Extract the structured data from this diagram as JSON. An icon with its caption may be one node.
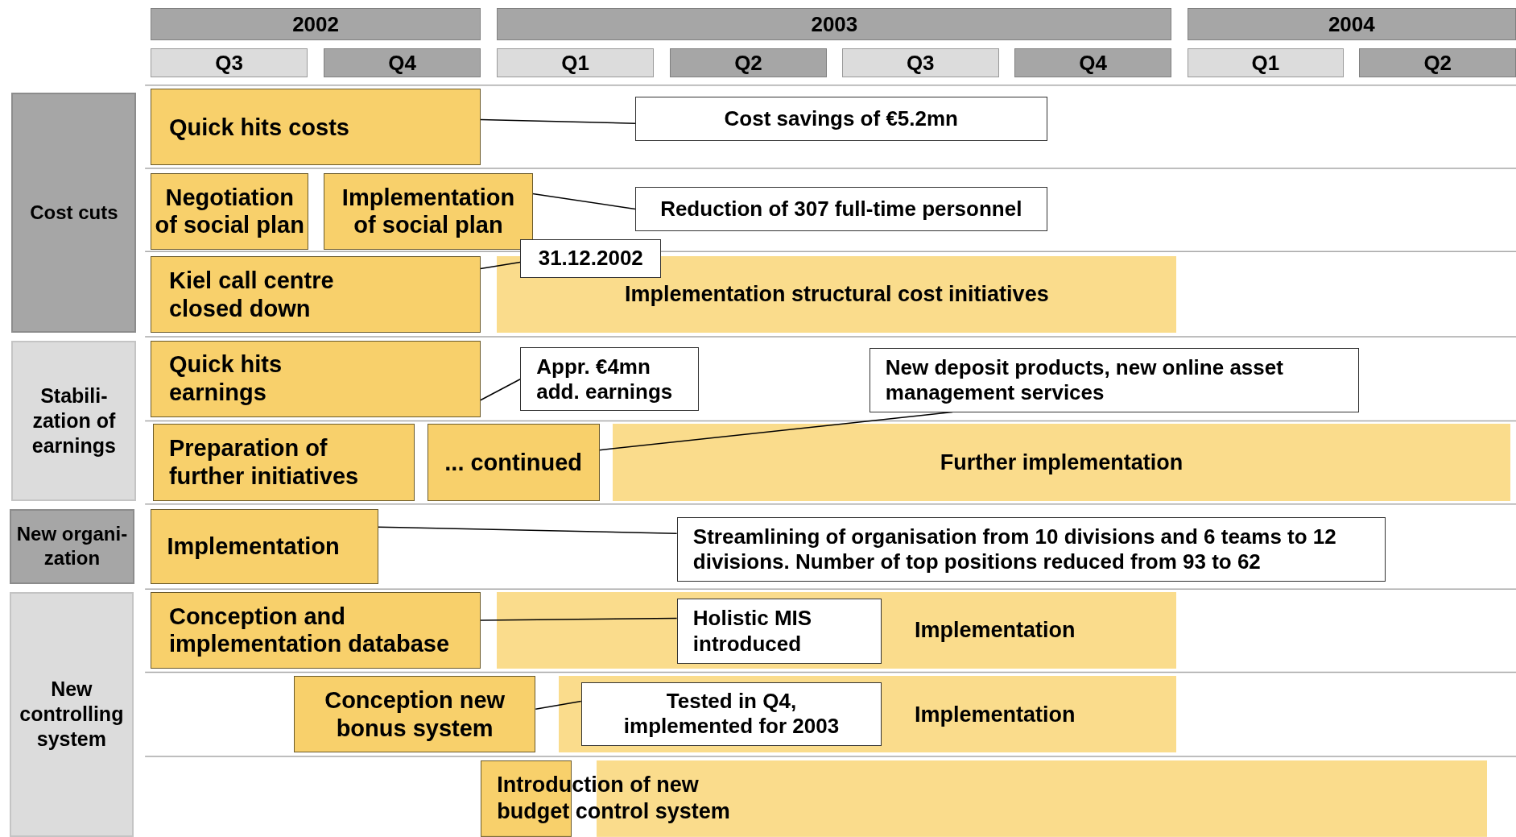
{
  "diagram": {
    "nodes": [
      {
        "text": [
          "2002"
        ]
      },
      {
        "text": [
          "2003"
        ]
      },
      {
        "text": [
          "2004"
        ]
      },
      {
        "text": [
          "Q3"
        ]
      },
      {
        "text": [
          "Q4"
        ]
      },
      {
        "text": [
          "Q1"
        ]
      },
      {
        "text": [
          "Q2"
        ]
      },
      {
        "text": [
          "Q3"
        ]
      },
      {
        "text": [
          "Q4"
        ]
      },
      {
        "text": [
          "Q1"
        ]
      },
      {
        "text": [
          "Q2"
        ]
      },
      {
        "text": [
          "Cost cuts"
        ]
      },
      {
        "text": [
          "Quick hits costs"
        ]
      },
      {
        "text": [
          "Cost savings of €5.2mn"
        ]
      },
      {
        "text": [
          "Negotiation of social plan"
        ]
      },
      {
        "text": [
          "Implementation of social plan"
        ]
      },
      {
        "text": [
          "Reduction of 307 full-time personnel"
        ]
      },
      {
        "text": [
          "Kiel call centre closed down"
        ]
      },
      {
        "text": [
          "31.12.2002"
        ]
      },
      {
        "text": [
          "Implementation structural cost initiatives"
        ]
      },
      {
        "text": [
          "Stabili-zation of earnings"
        ]
      },
      {
        "text": [
          "Quick hits earnings"
        ]
      },
      {
        "text": [
          "Appr. €4mn add. earnings"
        ]
      },
      {
        "text": [
          "New deposit products, new online asset management services"
        ]
      },
      {
        "text": [
          "Preparation of further initiatives"
        ]
      },
      {
        "text": [
          "... continued"
        ]
      },
      {
        "text": [
          "Further implementation"
        ]
      },
      {
        "text": [
          "New organi-zation"
        ]
      },
      {
        "text": [
          "Implementation"
        ]
      },
      {
        "text": [
          "Streamlining of organisation from 10 divisions and 6 teams to 12 divisions. Number of top positions reduced from 93 to 62"
        ]
      },
      {
        "text": [
          "New controlling system"
        ]
      },
      {
        "text": [
          "Conception and implementation database"
        ]
      },
      {
        "text": [
          "Holistic MIS introduced"
        ],
        "in": 33
      },
      {
        "text": [
          "Implementation"
        ]
      },
      {
        "text": [
          "Conception new bonus system"
        ]
      },
      {
        "text": [
          "Tested in Q4, implemented for 2003"
        ],
        "in": 36
      },
      {
        "text": [
          "Implementation"
        ]
      },
      {
        "text": [
          "Introduction of new budget control system"
        ]
      }
    ],
    "edges": [
      {
        "from": 12,
        "to": 13,
        "arrow": "none"
      },
      {
        "from": 15,
        "to": 16,
        "arrow": "none"
      },
      {
        "from": 17,
        "to": 18,
        "arrow": "none"
      },
      {
        "from": 21,
        "to": 22,
        "arrow": "none"
      },
      {
        "from": 25,
        "to": 23,
        "arrow": "none"
      },
      {
        "from": 28,
        "to": 29,
        "arrow": "none"
      },
      {
        "from": 31,
        "to": 32,
        "arrow": "none"
      },
      {
        "from": 34,
        "to": 35,
        "arrow": "none"
      }
    ]
  }
}
